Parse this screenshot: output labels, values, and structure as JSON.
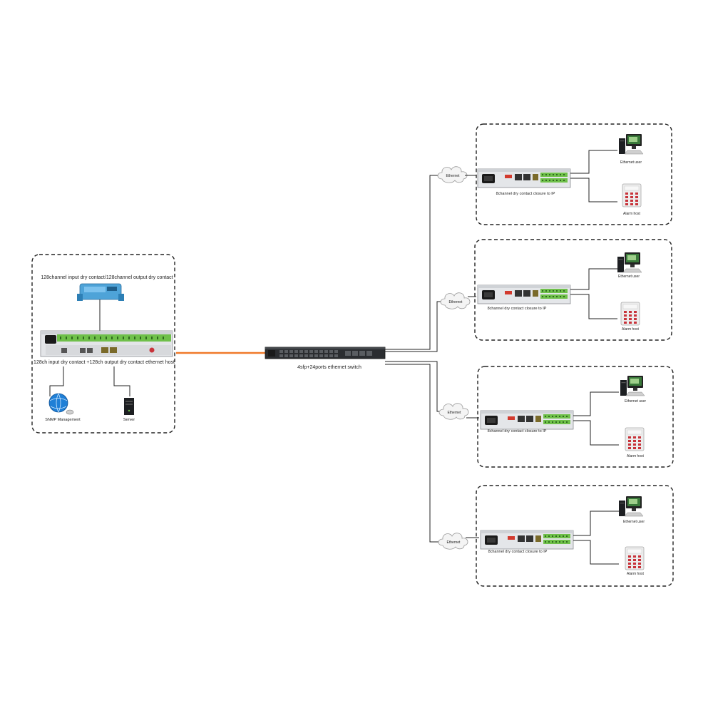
{
  "host_panel": {
    "top_caption": "128channel input dry contact/128channel output dry contact",
    "device_caption": "128ch input dry contact +128ch output dry contact ethernet host",
    "snmp_label": "SNMP Management",
    "server_label": "Server"
  },
  "switch": {
    "caption": "4sfp+24ports ethernet switch"
  },
  "ethernet_cloud_label": "Ethernet",
  "remote_sites": [
    {
      "device_caption": "8channel dry contact closure  to IP",
      "user_label": "Ethernet user",
      "alarm_label": "Alarm host"
    },
    {
      "device_caption": "8channel dry contact closure  to IP",
      "user_label": "Ethernet user",
      "alarm_label": "Alarm host"
    },
    {
      "device_caption": "8channel dry contact closure  to IP",
      "user_label": "Ethernet user",
      "alarm_label": "Alarm host"
    },
    {
      "device_caption": "8channel dry contact closure  to IP",
      "user_label": "Ethernet user",
      "alarm_label": "Alarm host"
    }
  ],
  "colors": {
    "fiber_link": "#f07a2a",
    "terminal_green": "#6fc04a",
    "module_blue": "#4ea3d8",
    "switch_body": "#2b2d30"
  }
}
